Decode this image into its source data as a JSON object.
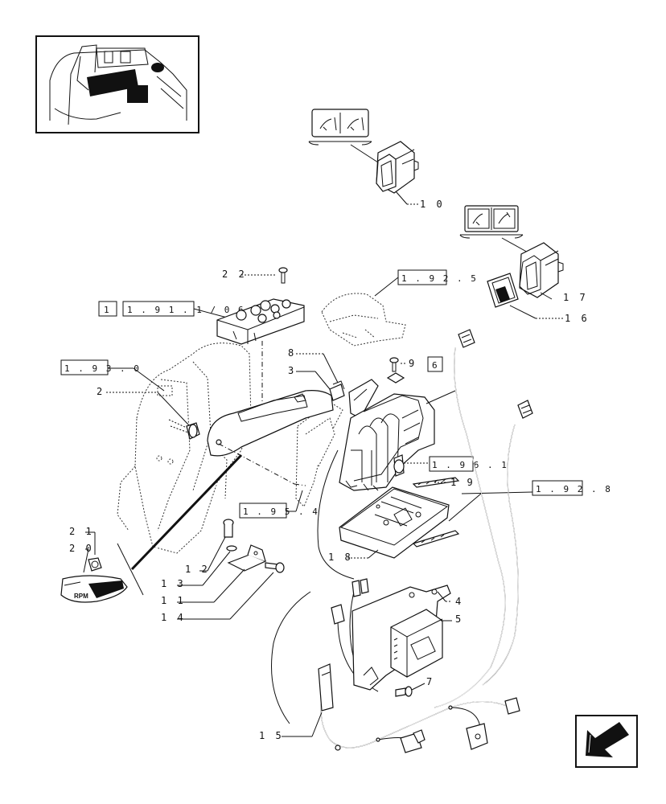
{
  "callouts": [
    {
      "id": "c10",
      "text": "1 0"
    },
    {
      "id": "c16",
      "text": "1 6"
    },
    {
      "id": "c17",
      "text": "1 7"
    },
    {
      "id": "c22",
      "text": "2 2"
    },
    {
      "id": "c2",
      "text": "2"
    },
    {
      "id": "c8",
      "text": "8"
    },
    {
      "id": "c3",
      "text": "3"
    },
    {
      "id": "c9",
      "text": "9"
    },
    {
      "id": "c19",
      "text": "1 9"
    },
    {
      "id": "c18",
      "text": "1 8"
    },
    {
      "id": "c21",
      "text": "2 1"
    },
    {
      "id": "c20",
      "text": "2 0"
    },
    {
      "id": "c12",
      "text": "1 2"
    },
    {
      "id": "c13",
      "text": "1 3"
    },
    {
      "id": "c11",
      "text": "1 1"
    },
    {
      "id": "c14",
      "text": "1 4"
    },
    {
      "id": "c4",
      "text": "4"
    },
    {
      "id": "c5",
      "text": "5"
    },
    {
      "id": "c7",
      "text": "7"
    },
    {
      "id": "c15",
      "text": "1 5"
    }
  ],
  "references": [
    {
      "id": "r1925",
      "text": "1 . 9 2 . 5"
    },
    {
      "id": "r1",
      "text": "1"
    },
    {
      "id": "r19111",
      "text": "1 . 9 1 . 1 / 0 6"
    },
    {
      "id": "r1930",
      "text": "1 . 9 3 . 0"
    },
    {
      "id": "r6",
      "text": "6"
    },
    {
      "id": "r1961",
      "text": "1 . 9 6 . 1"
    },
    {
      "id": "r1928",
      "text": "1 . 9 2 . 8"
    },
    {
      "id": "r1954",
      "text": "1 . 9 5 . 4"
    }
  ],
  "knob_label": "RPM",
  "icons": {
    "locator": "tractor-cab-locator-icon",
    "nav": "previous-page-arrow-icon"
  }
}
